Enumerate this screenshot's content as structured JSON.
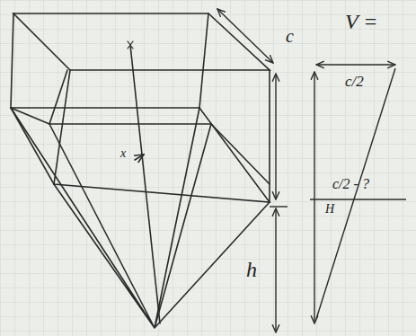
{
  "diagram": {
    "labels": [
      "c",
      "V =",
      "c/2",
      "c/2 - ?",
      "H",
      "h",
      "x"
    ]
  }
}
